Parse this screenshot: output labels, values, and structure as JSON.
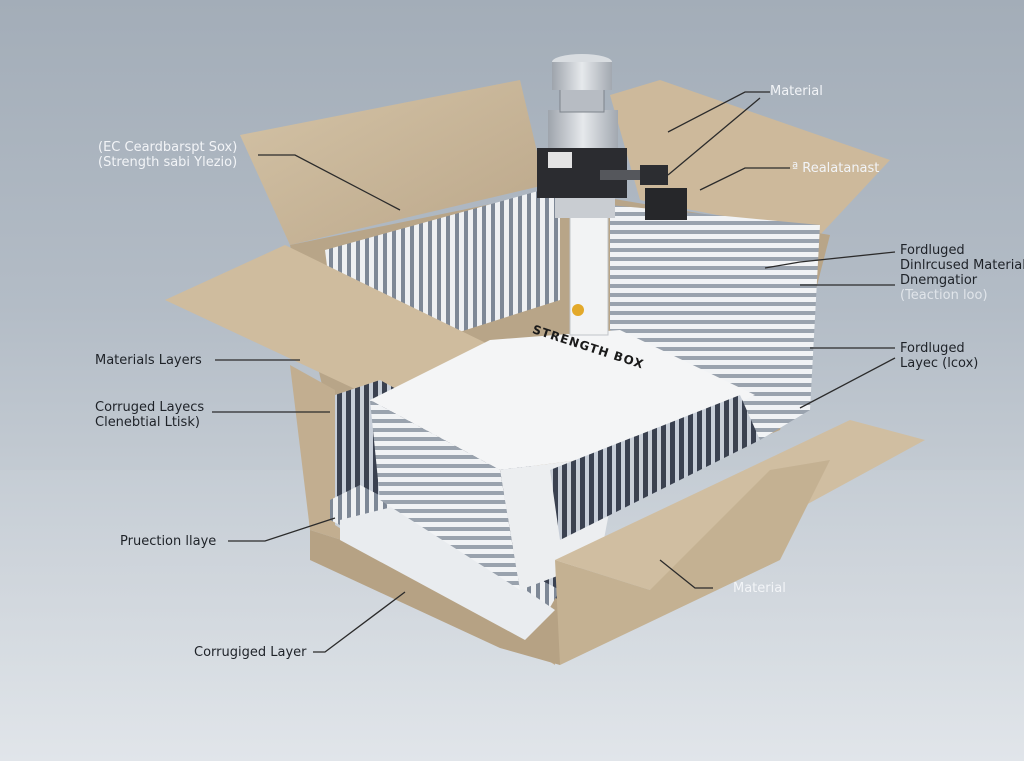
{
  "diagram": {
    "subject": "Exploded cardboard box with corrugated layers and top mechanism",
    "box_print": "STRENGTH BOX",
    "labels": [
      {
        "id": "cardboard-box",
        "lines": [
          "(EC Ceardbarspt Sox)",
          "(Strength sabi Ylezio)"
        ],
        "side": "left"
      },
      {
        "id": "material-top",
        "lines": [
          "Material"
        ],
        "side": "right"
      },
      {
        "id": "reinforcement",
        "lines": [
          "ª Realatanast"
        ],
        "side": "right"
      },
      {
        "id": "corrugated-material",
        "lines": [
          "Fordluged",
          "Dinlrcused Material",
          "Dnemgatior",
          "(Teaction loo)"
        ],
        "side": "right"
      },
      {
        "id": "corrugated-layer-right",
        "lines": [
          "Fordluged",
          "Layec (lcox)"
        ],
        "side": "right"
      },
      {
        "id": "materials-layers",
        "lines": [
          "Materials Layers"
        ],
        "side": "left"
      },
      {
        "id": "corrugated-layers",
        "lines": [
          "Corruged Layecs",
          "Clenebtial Ltisk)"
        ],
        "side": "left"
      },
      {
        "id": "protection-layer",
        "lines": [
          "Pruection llaye"
        ],
        "side": "left"
      },
      {
        "id": "material-bottom",
        "lines": [
          "Material"
        ],
        "side": "right"
      },
      {
        "id": "corrugated-layer-bottom",
        "lines": [
          "Corrugiged Layer"
        ],
        "side": "left"
      }
    ]
  },
  "colors": {
    "background_top": "#a3adb8",
    "background_bottom": "#dde2e7",
    "cardboard": "#c9b79a",
    "cardboard_dark": "#b19d80",
    "fin_white": "#eef0f2",
    "fin_shadow": "#8a93a0",
    "dark_layer": "#2f3540",
    "mechanism_metal": "#c8ccd2",
    "mechanism_black": "#2a2b2e",
    "leader_line": "#2b2b2b"
  }
}
